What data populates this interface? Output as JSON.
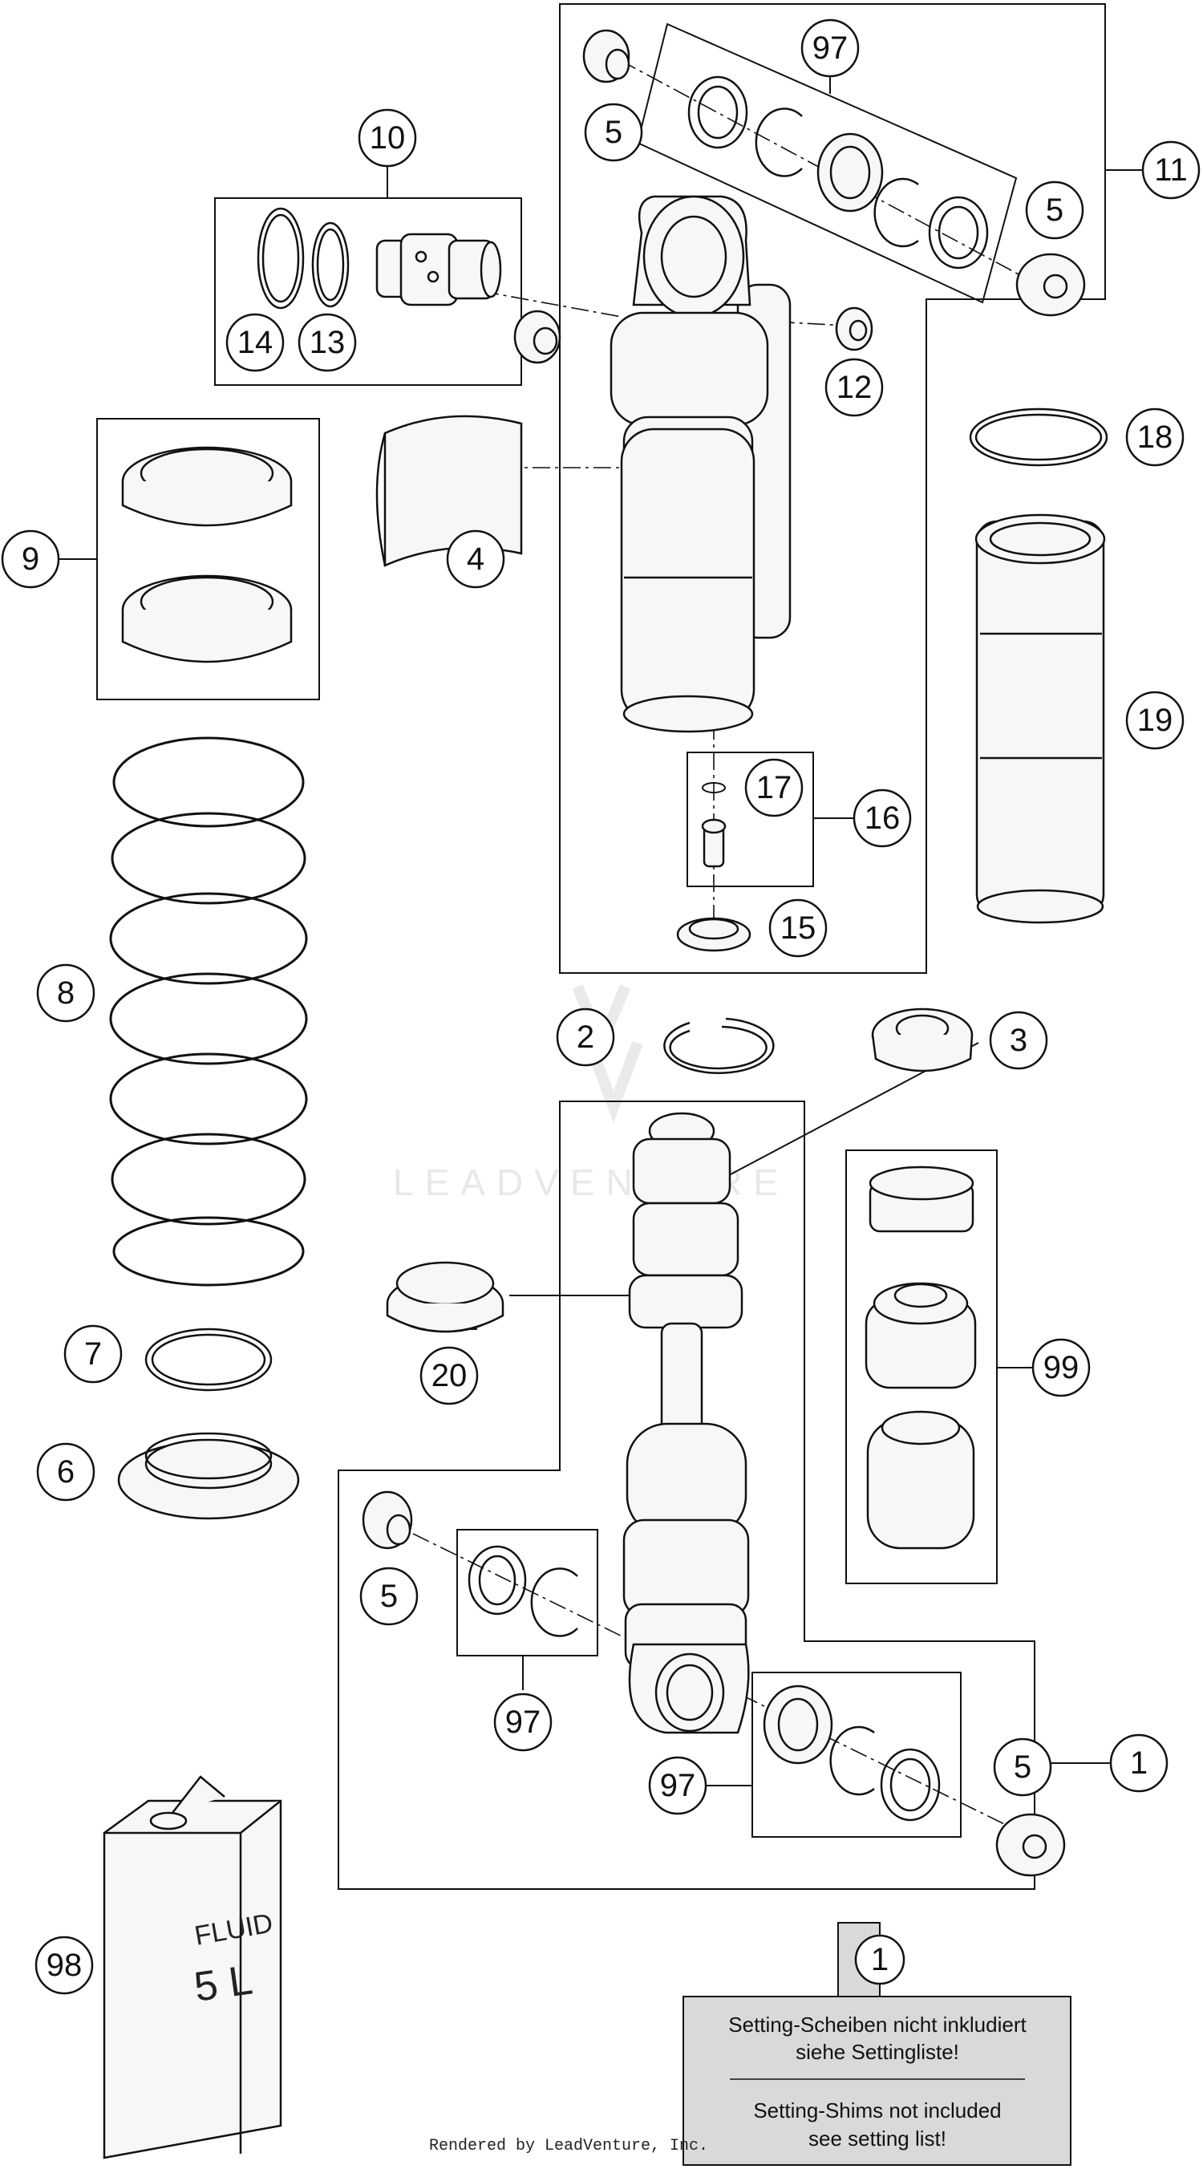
{
  "callouts": {
    "c1": "1",
    "c2": "2",
    "c3": "3",
    "c4": "4",
    "c5": "5",
    "c6": "6",
    "c7": "7",
    "c8": "8",
    "c9": "9",
    "c10": "10",
    "c11": "11",
    "c12": "12",
    "c13": "13",
    "c14": "14",
    "c15": "15",
    "c16": "16",
    "c17": "17",
    "c18": "18",
    "c19": "19",
    "c20": "20",
    "c97": "97",
    "c98": "98",
    "c99": "99"
  },
  "note": {
    "ref": "1",
    "de_line1": "Setting-Scheiben nicht inkludiert",
    "de_line2": "siehe Settingliste!",
    "en_line1": "Setting-Shims not included",
    "en_line2": "see setting list!"
  },
  "fluid_can": {
    "label": "FLUID",
    "volume": "5 L"
  },
  "footer": "Rendered by LeadVenture, Inc.",
  "watermark": "LEADVENTURE",
  "colors": {
    "line": "#111111",
    "part_fill": "#f7f7f7",
    "note_fill": "#d9d9d9"
  }
}
